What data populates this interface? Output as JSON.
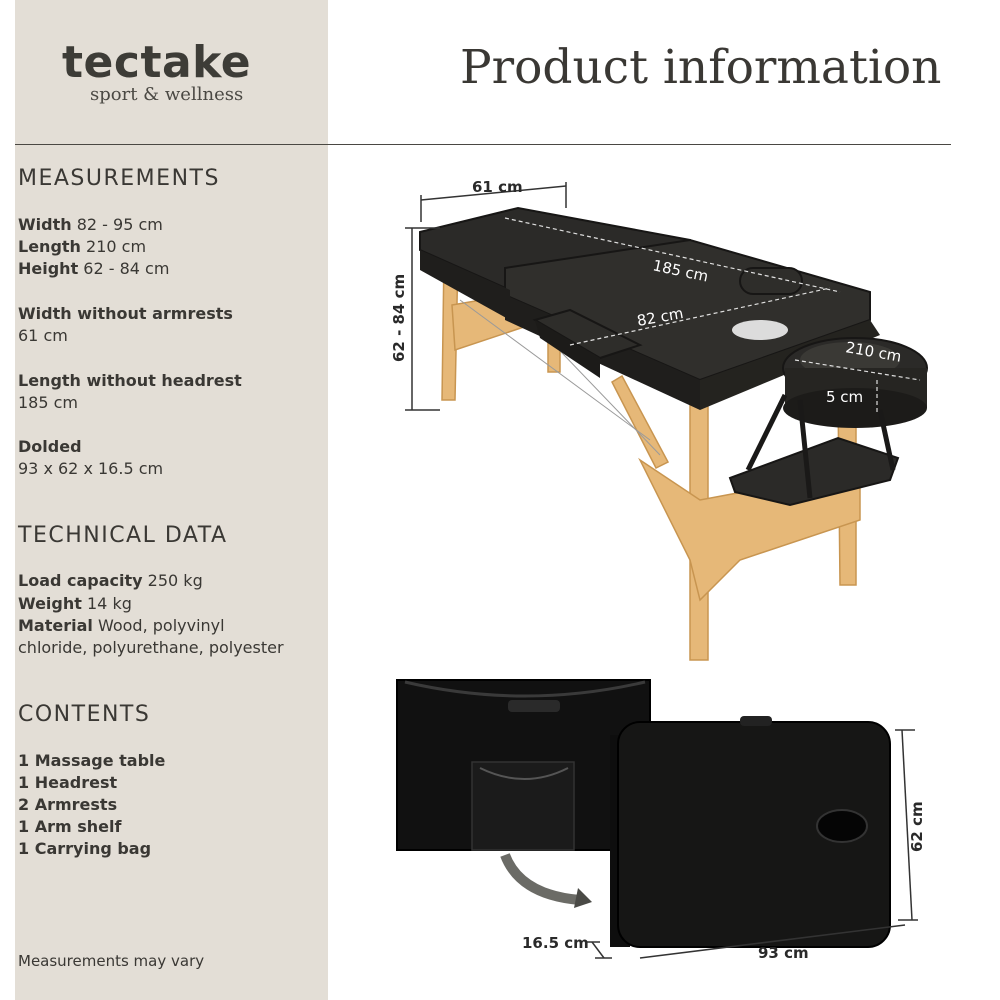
{
  "brand": {
    "name": "tectake",
    "tagline": "sport & wellness"
  },
  "title": "Product information",
  "measurements": {
    "heading": "MEASUREMENTS",
    "items": [
      {
        "label": "Width",
        "value": " 82 - 95 cm"
      },
      {
        "label": "Length",
        "value": " 210 cm"
      },
      {
        "label": "Height",
        "value": " 62 - 84 cm"
      },
      {
        "label": "Width without armrests",
        "value": "61 cm"
      },
      {
        "label": "Length without headrest",
        "value": "185 cm"
      },
      {
        "label": "Dolded",
        "value": "93 x 62 x 16.5 cm"
      }
    ]
  },
  "technical": {
    "heading": "TECHNICAL DATA",
    "items": [
      {
        "label": "Load capacity",
        "value": " 250 kg"
      },
      {
        "label": "Weight",
        "value": " 14 kg"
      },
      {
        "label": "Material",
        "value": " Wood, polyvinyl",
        "value2": "chloride, polyurethane, polyester"
      }
    ]
  },
  "contents": {
    "heading": "CONTENTS",
    "items": [
      "1 Massage table",
      "1 Headrest",
      "2 Armrests",
      "1 Arm shelf",
      "1 Carrying bag"
    ]
  },
  "note": "Measurements may vary",
  "dimensions": {
    "top_width": "61 cm",
    "length": "185 cm",
    "width": "82 cm",
    "headrest": "210 cm",
    "height": "62 - 84 cm",
    "headrest_thickness": "5 cm",
    "folded_height": "62 cm",
    "folded_depth": "16.5 cm",
    "folded_width": "93 cm"
  },
  "colors": {
    "sidebar": "#e3ded6",
    "text": "#3a3834",
    "upholstery": "#2b2a28",
    "wood": "#e6b878"
  }
}
